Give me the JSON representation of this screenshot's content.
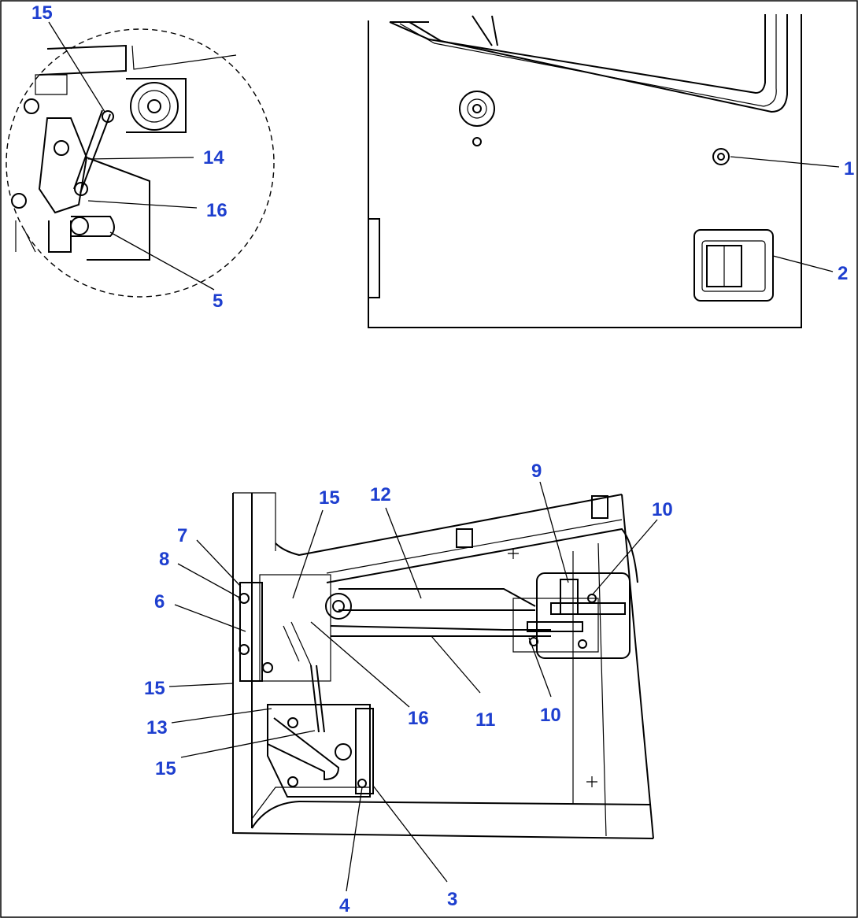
{
  "colors": {
    "callout": "#1e3fcf",
    "line": "#000000",
    "background": "#ffffff"
  },
  "callouts": {
    "detail_15": "15",
    "detail_14": "14",
    "detail_16": "16",
    "detail_5": "5",
    "door_1": "1",
    "door_2": "2",
    "main_15a": "15",
    "main_12": "12",
    "main_9": "9",
    "main_10a": "10",
    "main_7": "7",
    "main_8": "8",
    "main_6": "6",
    "main_15b": "15",
    "main_13": "13",
    "main_15c": "15",
    "main_16": "16",
    "main_11": "11",
    "main_10b": "10",
    "main_4": "4",
    "main_3": "3"
  }
}
